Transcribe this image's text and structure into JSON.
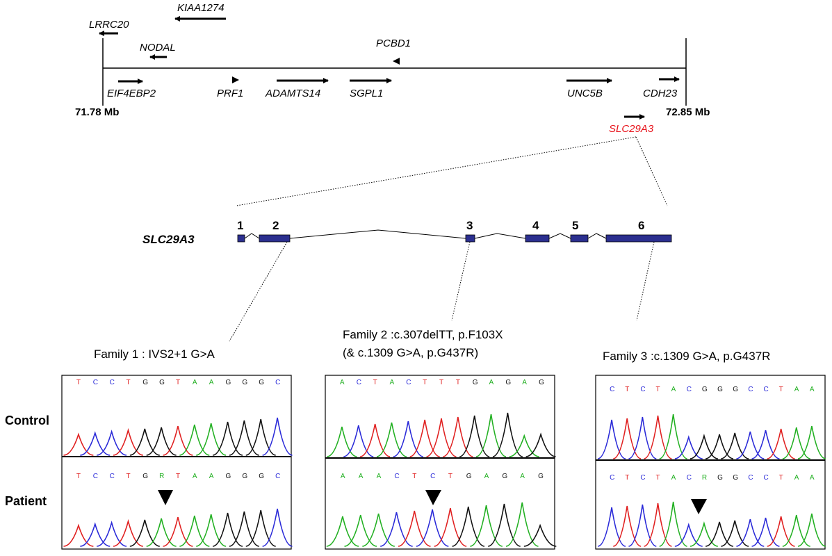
{
  "locus": {
    "start_label": "71.78 Mb",
    "end_label": "72.85 Mb",
    "genes": {
      "lrrc20": "LRRC20",
      "kiaa1274": "KIAA1274",
      "nodal": "NODAL",
      "pcbd1": "PCBD1",
      "eif4ebp2": "EIF4EBP2",
      "prf1": "PRF1",
      "adamts14": "ADAMTS14",
      "sgpl1": "SGPL1",
      "unc5b": "UNC5B",
      "cdh23": "CDH23",
      "slc29a3": "SLC29A3"
    },
    "highlight_color": "#e8141c"
  },
  "gene_model": {
    "name": "SLC29A3",
    "exons": [
      "1",
      "2",
      "3",
      "4",
      "5",
      "6"
    ],
    "exon_color": "#2b2f8f"
  },
  "families": [
    {
      "title_lines": [
        "Family 1 : IVS2+1 G>A"
      ],
      "control_bases": [
        "T",
        "C",
        "C",
        "T",
        "G",
        "G",
        "T",
        "A",
        "A",
        "G",
        "G",
        "G",
        "C"
      ],
      "patient_bases": [
        "T",
        "C",
        "C",
        "T",
        "G",
        "R",
        "T",
        "A",
        "A",
        "G",
        "G",
        "G",
        "C"
      ]
    },
    {
      "title_lines": [
        "Family 2 :c.307delTT, p.F103X",
        "(& c.1309 G>A, p.G437R)"
      ],
      "control_bases": [
        "A",
        "C",
        "T",
        "A",
        "C",
        "T",
        "T",
        "T",
        "G",
        "A",
        "G",
        "A",
        "G"
      ],
      "patient_bases": [
        "A",
        "A",
        "A",
        "C",
        "T",
        "C",
        "T",
        "G",
        "A",
        "G",
        "A",
        "G"
      ]
    },
    {
      "title_lines": [
        "Family 3 :c.1309 G>A, p.G437R"
      ],
      "control_bases": [
        "C",
        "T",
        "C",
        "T",
        "A",
        "C",
        "G",
        "G",
        "G",
        "C",
        "C",
        "T",
        "A",
        "A"
      ],
      "patient_bases": [
        "C",
        "T",
        "C",
        "T",
        "A",
        "C",
        "R",
        "G",
        "G",
        "C",
        "C",
        "T",
        "A",
        "A"
      ]
    }
  ],
  "row_labels": {
    "control": "Control",
    "patient": "Patient"
  },
  "base_colors": {
    "A": "#22b022",
    "C": "#2a2ad8",
    "G": "#111111",
    "T": "#e02020",
    "R": "#22b022"
  }
}
